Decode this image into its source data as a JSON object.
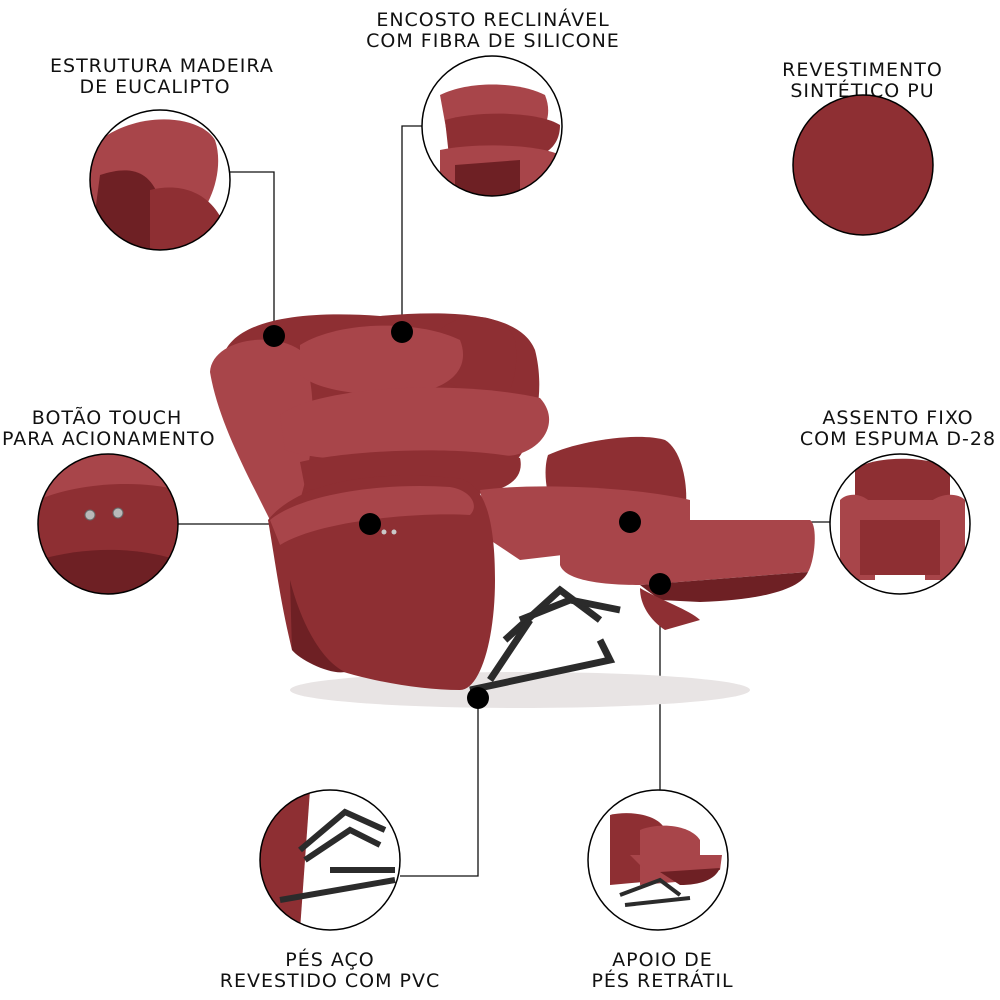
{
  "colors": {
    "upholstery": "#8e2f33",
    "upholstery_dark": "#6e2024",
    "upholstery_light": "#a8454a",
    "mechanism": "#2b2b2b",
    "callout_line": "#111111"
  },
  "features": {
    "estrutura": {
      "line1": "ESTRUTURA MADEIRA",
      "line2": "DE EUCALIPTO"
    },
    "encosto": {
      "line1": "ENCOSTO RECLINÁVEL",
      "line2": "COM FIBRA DE SILICONE"
    },
    "revestimento": {
      "line1": "REVESTIMENTO",
      "line2": "SINTÉTICO PU"
    },
    "botao": {
      "line1": "BOTÃO TOUCH",
      "line2": "PARA ACIONAMENTO"
    },
    "assento": {
      "line1": "ASSENTO FIXO",
      "line2": "COM ESPUMA D-28"
    },
    "pes": {
      "line1": "PÉS AÇO",
      "line2": "REVESTIDO COM PVC"
    },
    "apoio": {
      "line1": "APOIO DE",
      "line2": "PÉS RETRÁTIL"
    }
  }
}
